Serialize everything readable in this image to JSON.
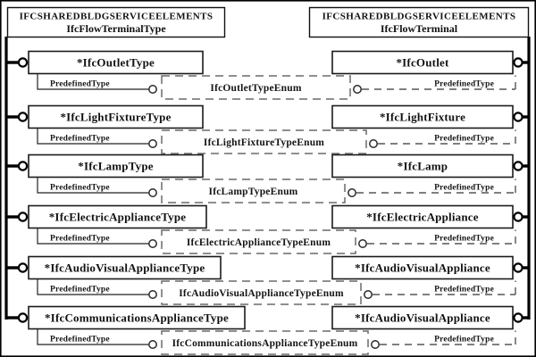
{
  "left_header": {
    "line1": "IFCSHAREDBLDGSERVICEELEMENTS",
    "line2": "IfcFlowTerminalType"
  },
  "right_header": {
    "line1": "IFCSHAREDBLDGSERVICEELEMENTS",
    "line2": "IfcFlowTerminal"
  },
  "labels": {
    "predefined_type": "PredefinedType"
  },
  "rows": [
    {
      "left_entity": "*IfcOutletType",
      "enum_type": "IfcOutletTypeEnum",
      "right_entity": "*IfcOutlet"
    },
    {
      "left_entity": "*IfcLightFixtureType",
      "enum_type": "IfcLightFixtureTypeEnum",
      "right_entity": "*IfcLightFixture"
    },
    {
      "left_entity": "*IfcLampType",
      "enum_type": "IfcLampTypeEnum",
      "right_entity": "*IfcLamp"
    },
    {
      "left_entity": "*IfcElectricApplianceType",
      "enum_type": "IfcElectricApplianceTypeEnum",
      "right_entity": "*IfcElectricAppliance"
    },
    {
      "left_entity": "*IfcAudioVisualApplianceType",
      "enum_type": "IfcAudioVisualApplianceTypeEnum",
      "right_entity": "*IfcAudioVisualAppliance"
    },
    {
      "left_entity": "*IfcCommunicationsApplianceType",
      "enum_type": "IfcCommunicationsApplianceTypeEnum",
      "right_entity": "*IfcAudioVisualAppliance"
    }
  ],
  "colors": {
    "line": "#000000",
    "dashed_line": "#6a6a6a",
    "background": "#ffffff",
    "text": "#111111"
  }
}
